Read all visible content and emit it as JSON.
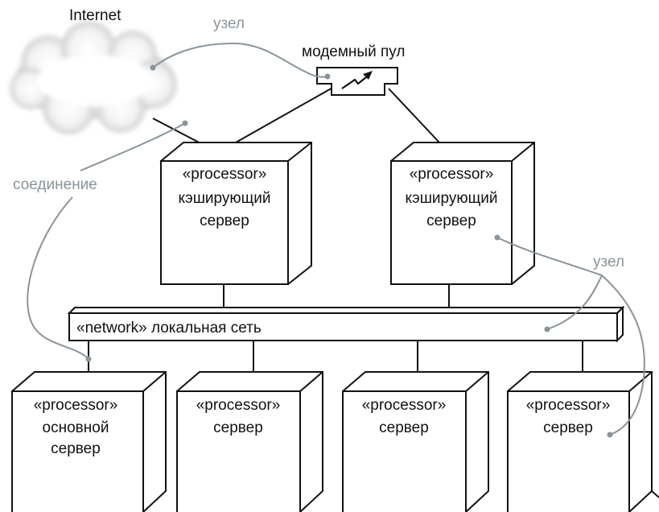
{
  "colors": {
    "annotation": "#8a949b",
    "outline": "#111111",
    "cloud": "#c8c8c8"
  },
  "cloud": {
    "label": "Internet",
    "icon": "cloud-icon"
  },
  "modem_pool": {
    "label": "модемный пул",
    "icon": "lightning-arrow-icon"
  },
  "annotations": {
    "node_top": "узел",
    "connection": "соединение",
    "node_right": "узел"
  },
  "cache_servers": [
    {
      "stereotype": "«processor»",
      "name_line1": "кэширующий",
      "name_line2": "сервер"
    },
    {
      "stereotype": "«processor»",
      "name_line1": "кэширующий",
      "name_line2": "сервер"
    }
  ],
  "network": {
    "label": "«network» локальная сеть"
  },
  "servers": [
    {
      "stereotype": "«processor»",
      "name_line1": "основной",
      "name_line2": "сервер"
    },
    {
      "stereotype": "«processor»",
      "name_line1": "сервер",
      "name_line2": ""
    },
    {
      "stereotype": "«processor»",
      "name_line1": "сервер",
      "name_line2": ""
    },
    {
      "stereotype": "«processor»",
      "name_line1": "сервер",
      "name_line2": ""
    }
  ]
}
